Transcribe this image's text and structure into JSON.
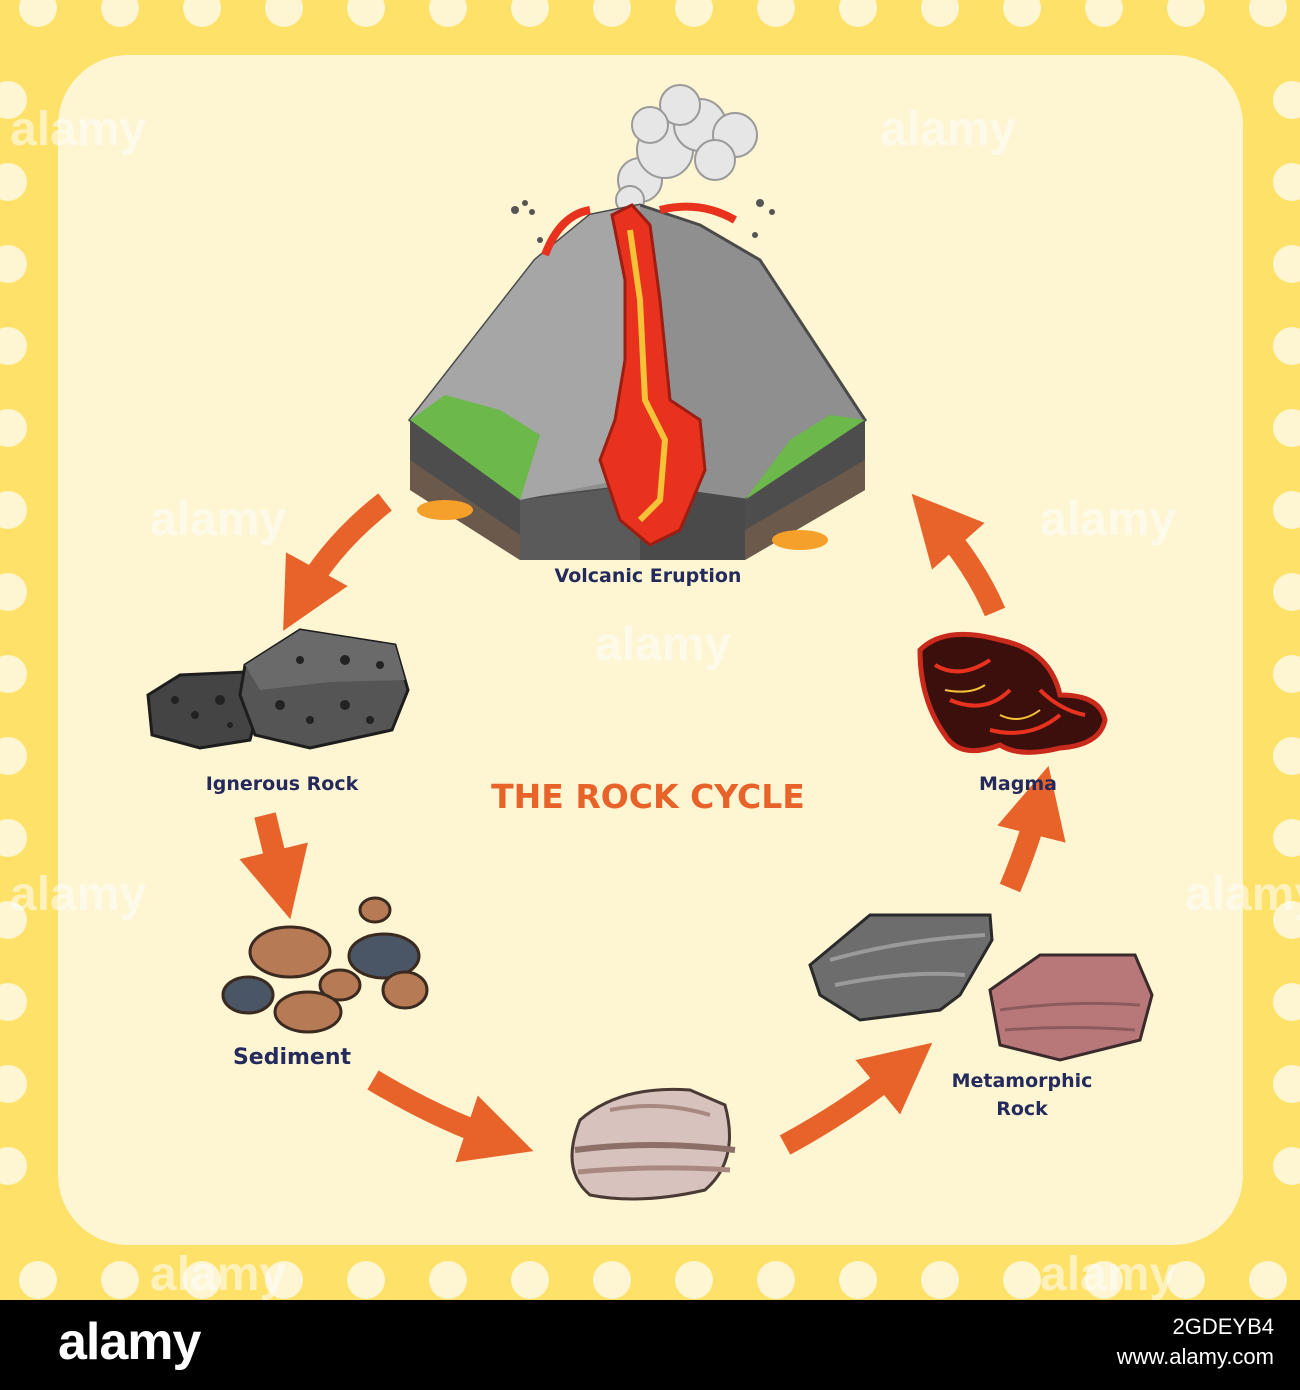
{
  "diagram": {
    "title": "THE ROCK CYCLE",
    "stages": {
      "volcanic_eruption": "Volcanic Eruption",
      "igneous_rock": "Ignerous Rock",
      "sediment": "Sediment",
      "metamorphic_line1": "Metamorphic",
      "metamorphic_line2": "Rock",
      "magma": "Magma"
    }
  },
  "watermark": {
    "text": "alamy"
  },
  "footer": {
    "logo": "alamy",
    "image_id": "2GDEYB4",
    "url": "www.alamy.com"
  },
  "colors": {
    "border": "#fde169",
    "panel": "#fef5d2",
    "arrow": "#e8632a",
    "label": "#252a5c",
    "title": "#e8632a",
    "lava": "#e8321e"
  }
}
